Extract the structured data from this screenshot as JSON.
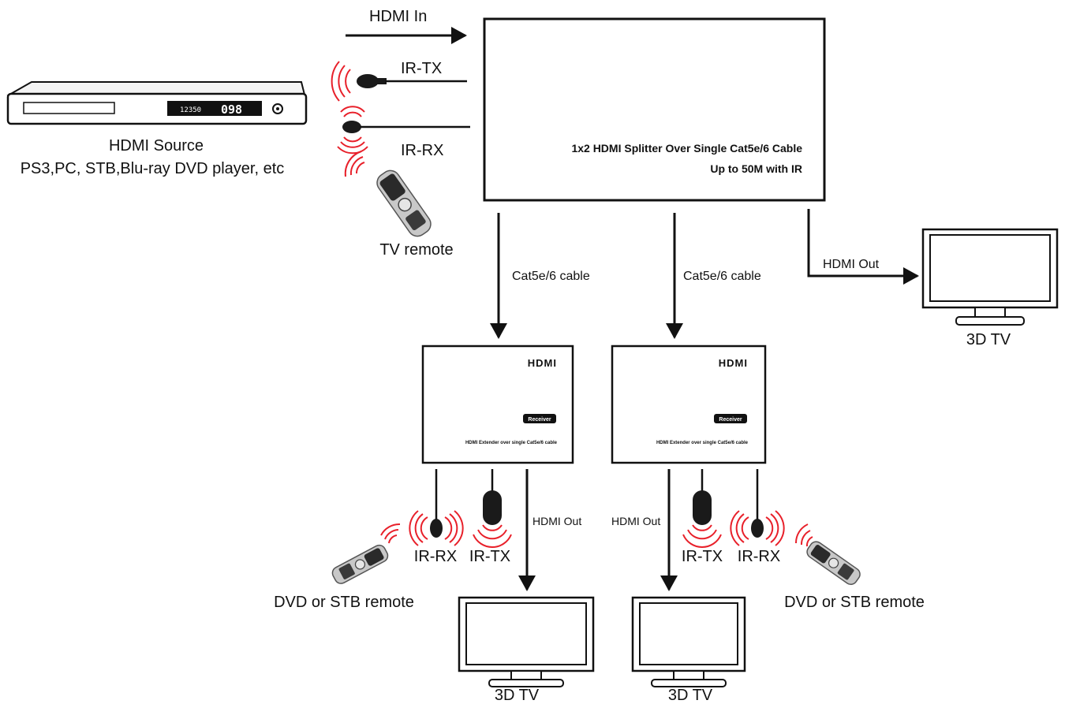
{
  "source": {
    "label": "HDMI Source",
    "sublabel": "PS3,PC, STB,Blu-ray DVD player, etc",
    "display_small": "12350",
    "display_big": "098"
  },
  "hdmi_in": "HDMI In",
  "tx_ir_tx": "IR-TX",
  "tx_ir_rx": "IR-RX",
  "tv_remote": "TV remote",
  "splitter": {
    "title": "1x2 HDMI Splitter Over Single Cat5e/6 Cable",
    "subtitle": "Up to 50M with IR"
  },
  "cable_label": "Cat5e/6 cable",
  "hdmi_out": "HDMI Out",
  "tv_label": "3D TV",
  "receiver": {
    "brand": "HDMI",
    "badge": "Receiver",
    "desc": "HDMI Extender over single Cat5e/6 cable"
  },
  "rx_ir_rx": "IR-RX",
  "rx_ir_tx": "IR-TX",
  "dvd_remote": "DVD or STB remote",
  "colors": {
    "ir_wave": "#e8202a",
    "line": "#111111",
    "device": "#1a1a1a"
  }
}
